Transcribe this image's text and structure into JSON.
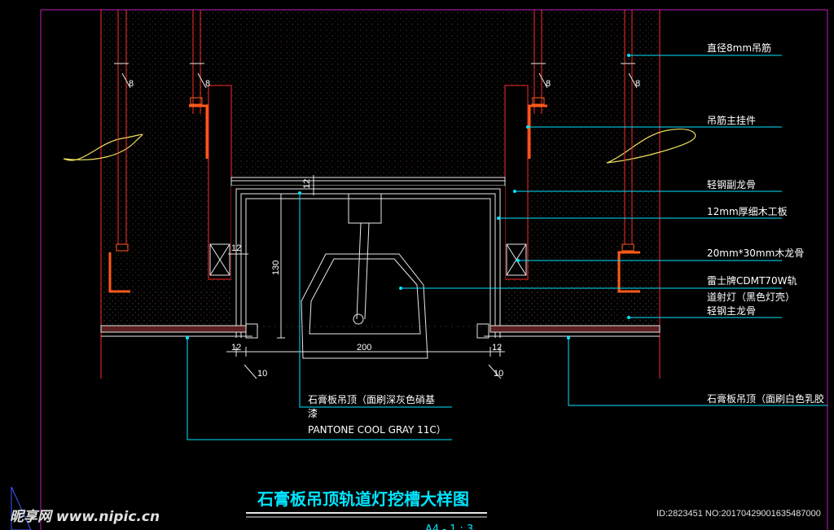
{
  "drawing": {
    "title": "石膏板吊顶轨道灯挖槽大样图",
    "scale": "A4 - 1 : 3"
  },
  "callouts": [
    {
      "id": "rod",
      "text": "直径8mm吊筋"
    },
    {
      "id": "hanger",
      "text": "吊筋主挂件"
    },
    {
      "id": "keel-light",
      "text": "轻钢副龙骨"
    },
    {
      "id": "board",
      "text": "12mm厚细木工板"
    },
    {
      "id": "wood-keel",
      "text": "20mm*30mm木龙骨"
    },
    {
      "id": "lamp-1",
      "text": "雷士牌CDMT70W轨"
    },
    {
      "id": "lamp-2",
      "text": "道射灯（黑色灯壳）"
    },
    {
      "id": "keel-main",
      "text": "轻钢主龙骨"
    },
    {
      "id": "ceiling-right",
      "text": "石膏板吊顶（面刷白色乳胶"
    },
    {
      "id": "ceiling-left-1",
      "text": "石膏板吊顶（面刷深灰色硝基"
    },
    {
      "id": "ceiling-left-2",
      "text": "漆"
    },
    {
      "id": "ceiling-left-3",
      "text": "PANTONE COOL GRAY 11C）"
    }
  ],
  "dimensions": {
    "rod_spacing": "8",
    "d12": "12",
    "d130": "130",
    "d200": "200",
    "d10": "10"
  },
  "watermark": {
    "brand": "昵享网 www.nipic.cn",
    "meta": "ID:2823451 NO:20170429001635487000"
  }
}
